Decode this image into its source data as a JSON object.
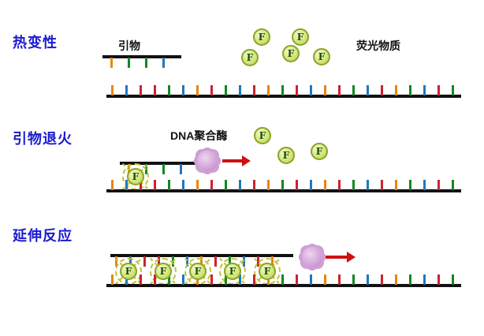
{
  "steps": {
    "step1": "热变性",
    "step2": "引物退火",
    "step3": "延伸反应"
  },
  "labels": {
    "primer": "引物",
    "fluorophore": "荧光物质",
    "polymerase": "DNA聚合酶",
    "f": "F"
  },
  "colors": {
    "step_label": "#1a1ad0",
    "strand": "#111111",
    "tick_o": "#e8860d",
    "tick_b": "#2277bb",
    "tick_r": "#cc2233",
    "tick_g": "#118822",
    "f_fill": "#d4e87a",
    "f_border": "#8aa32a",
    "f_text": "#1a4a08",
    "polymerase": "#cf9fd6",
    "arrow": "#cc1111",
    "glow": "#c2c232"
  },
  "strands": {
    "template": [
      "o",
      "b",
      "r",
      "r",
      "g",
      "b",
      "o",
      "r",
      "g",
      "b",
      "r",
      "o",
      "g",
      "r",
      "b",
      "o",
      "r",
      "g",
      "b",
      "r",
      "o",
      "g",
      "b",
      "r",
      "g"
    ],
    "primer": [
      "o",
      "g",
      "g",
      "b"
    ],
    "extended": [
      "o",
      "b",
      "r",
      "r",
      "g",
      "b",
      "o",
      "r",
      "g",
      "b",
      "r",
      "o"
    ]
  }
}
